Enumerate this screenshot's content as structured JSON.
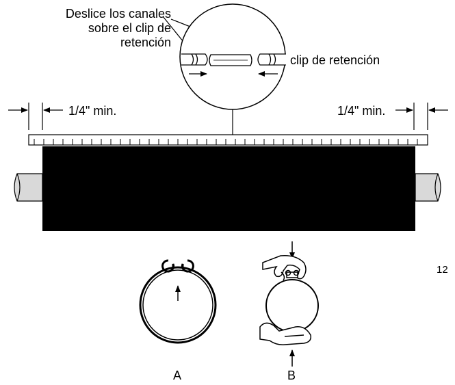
{
  "callout": {
    "line1": "Deslice los canales",
    "line2": "sobre el clip de",
    "line3": "retención"
  },
  "clip_label": "clip de retención",
  "margin_left": "1/4\" min.",
  "margin_right": "1/4\" min.",
  "figure_number": "12",
  "step_a": "A",
  "step_b": "B"
}
